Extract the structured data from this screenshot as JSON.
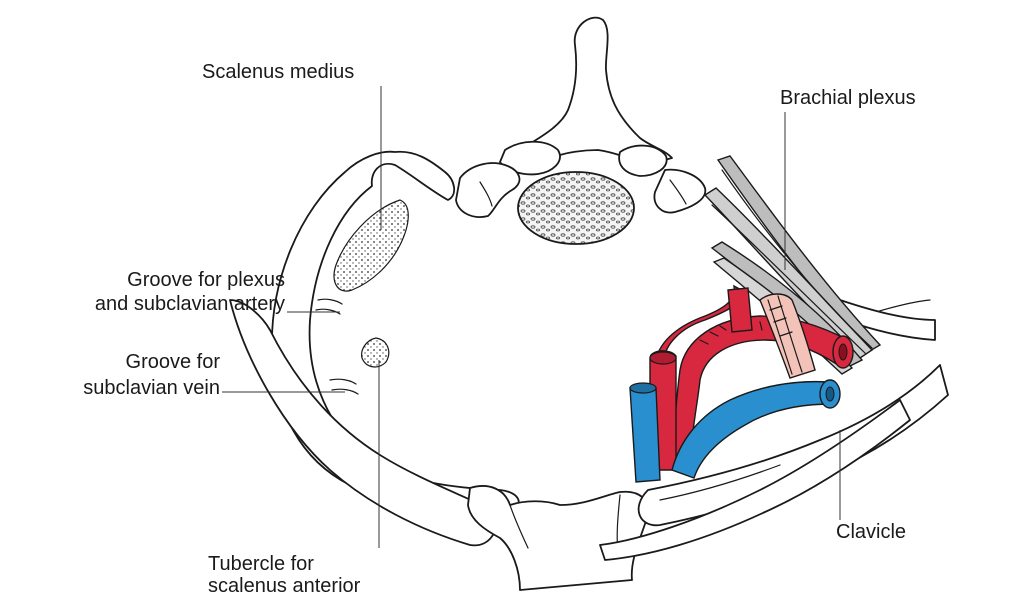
{
  "labels": {
    "scalenus_medius": "Scalenus medius",
    "brachial_plexus": "Brachial plexus",
    "groove_plexus_line1": "Groove for plexus",
    "groove_plexus_line2": "and subclavian artery",
    "groove_vein_line1": "Groove for",
    "groove_vein_line2": "subclavian vein",
    "clavicle": "Clavicle",
    "tubercle_line1": "Tubercle for",
    "tubercle_line2": "scalenus anterior"
  },
  "colors": {
    "artery": "#d7283f",
    "vein": "#2a8fcf",
    "plexus_pink": "#f3c2b8",
    "nerve_grey": "#bdbdbd"
  }
}
